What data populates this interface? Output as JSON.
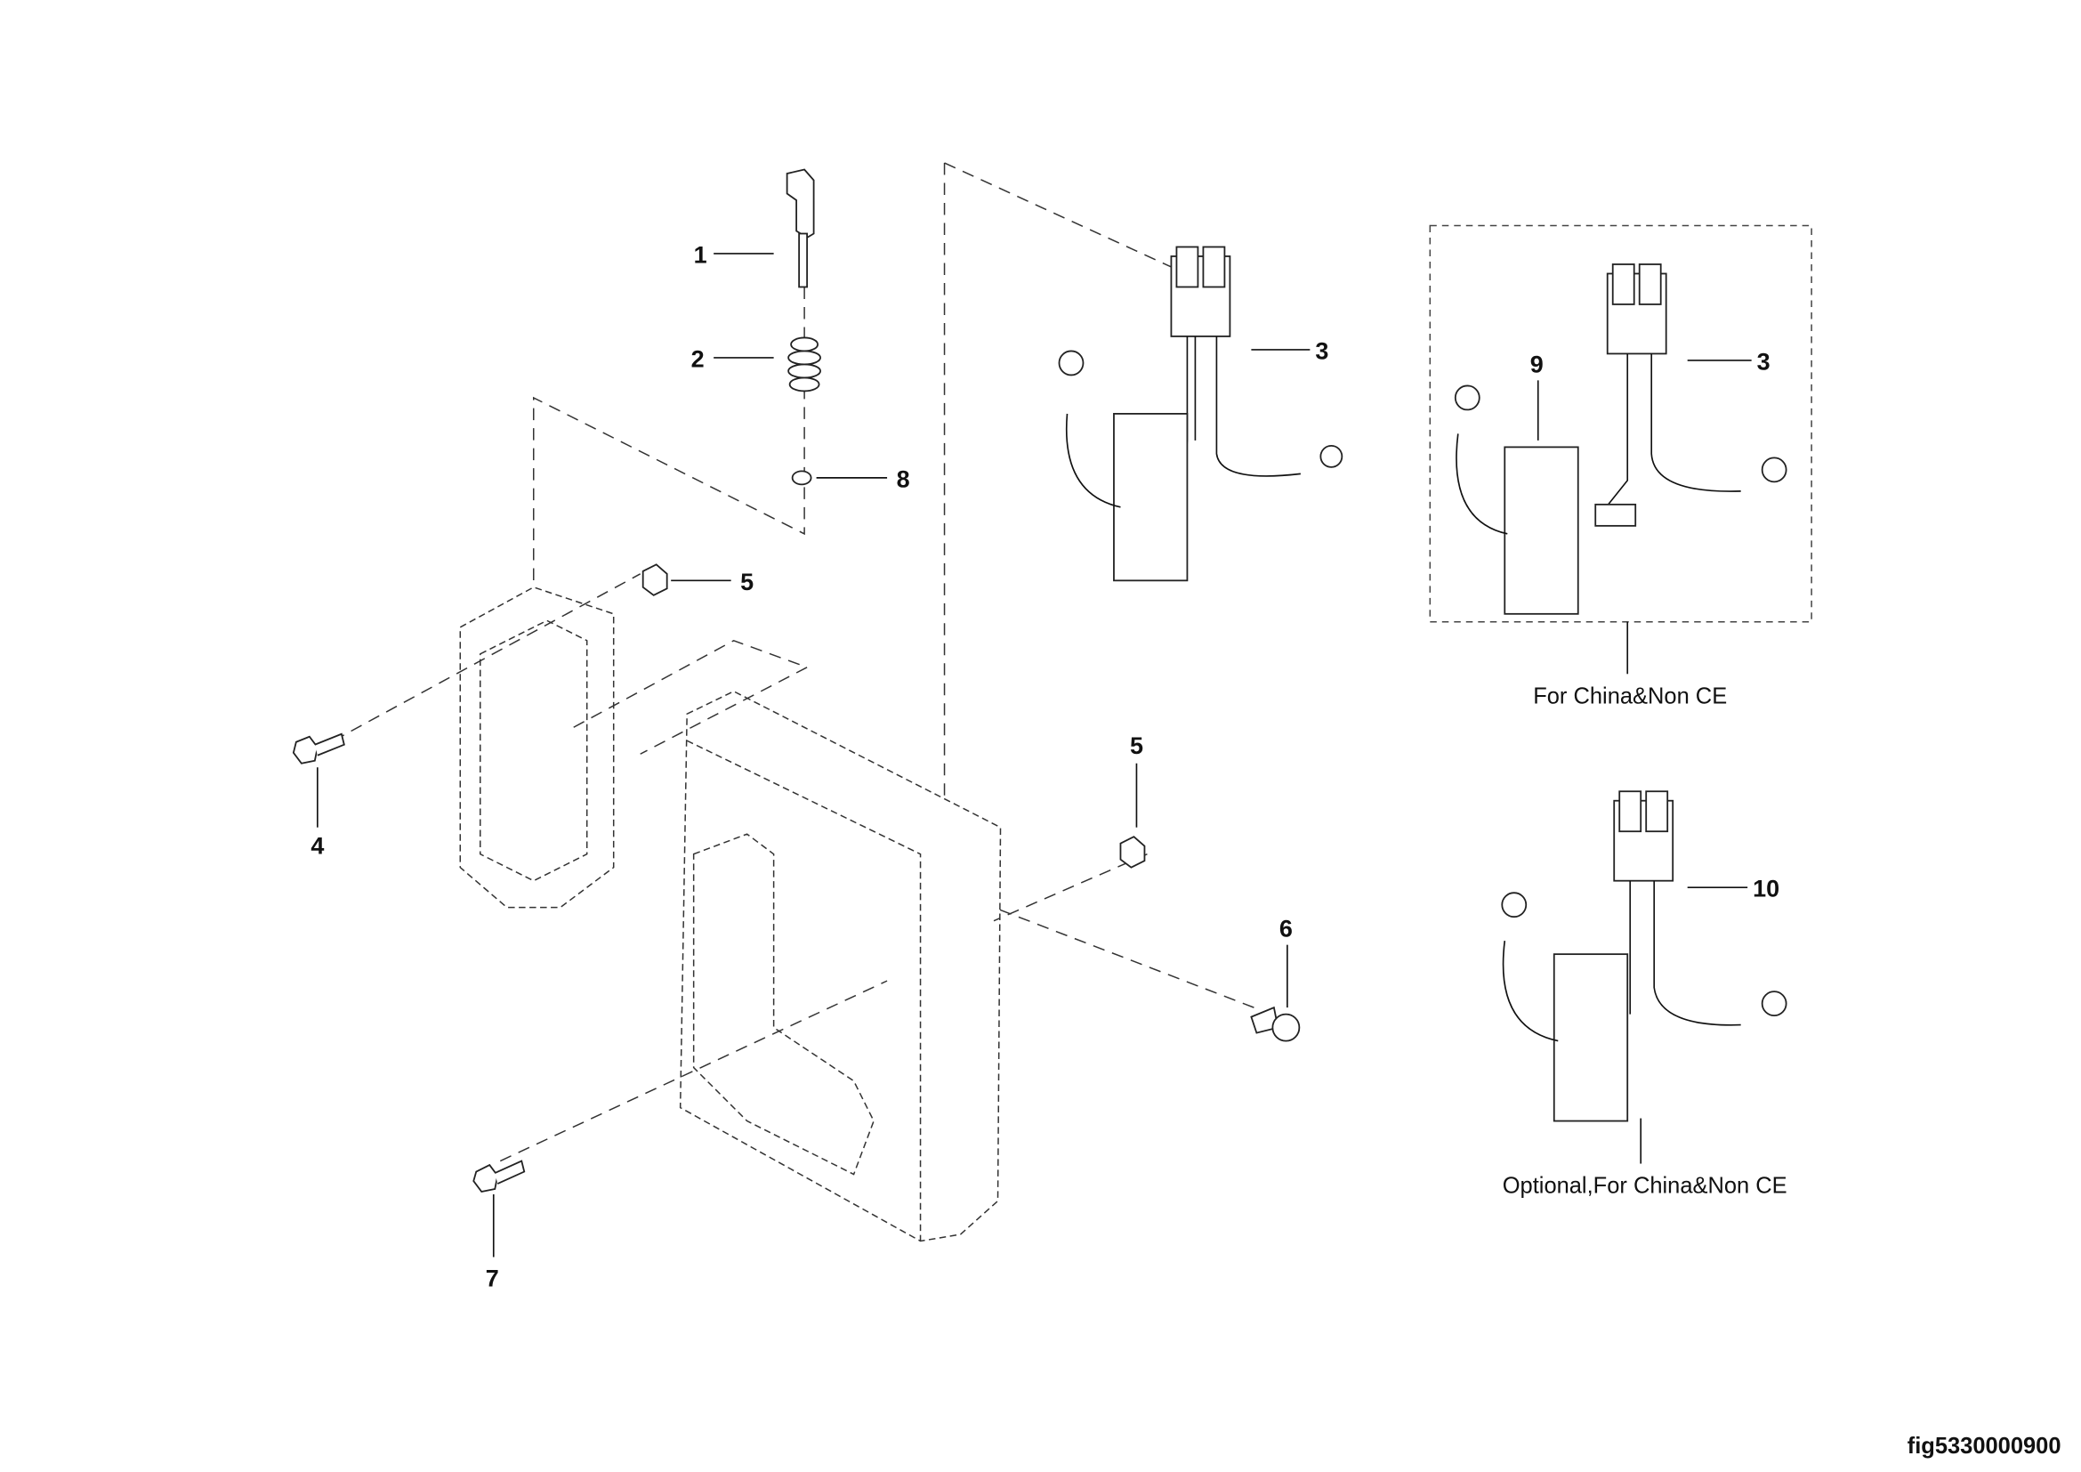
{
  "callouts": {
    "c1": "1",
    "c2": "2",
    "c3a": "3",
    "c3b": "3",
    "c4": "4",
    "c5a": "5",
    "c5b": "5",
    "c6": "6",
    "c7": "7",
    "c8": "8",
    "c9": "9",
    "c10": "10"
  },
  "captions": {
    "china_non_ce": "For China&Non CE",
    "optional_china_non_ce": "Optional,For China&Non CE"
  },
  "figure_id": "fig5330000900"
}
